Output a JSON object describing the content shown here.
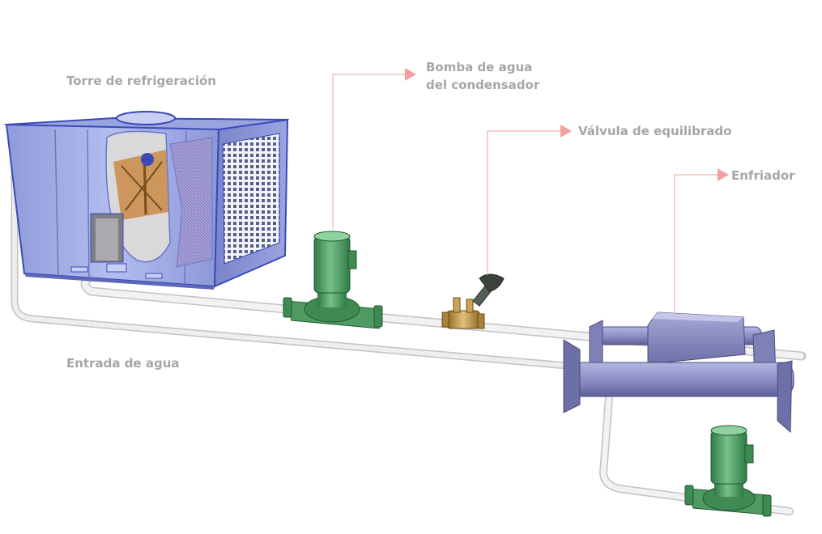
{
  "labels": {
    "cooling_tower": "Torre de refrigeración",
    "condenser_pump_line1": "Bomba de agua",
    "condenser_pump_line2": "del condensador",
    "balancing_valve": "Válvula de equilibrado",
    "chiller": "Enfriador",
    "water_inlet": "Entrada de agua"
  },
  "colors": {
    "label_text": "#a6a6a6",
    "callout_line": "#e9a3a3",
    "callout_arrow": "#f4a0a0",
    "pipe": "#e6e6e6",
    "pipe_outline": "#c4c4c4",
    "tower_body": "#a4aee6",
    "tower_frame": "#3b4ab8",
    "pump_body": "#4f9b63",
    "valve_brass": "#b98f41",
    "chiller_body": "#8d8fc0"
  },
  "icons": {
    "callout_arrow": "triangle-right"
  }
}
